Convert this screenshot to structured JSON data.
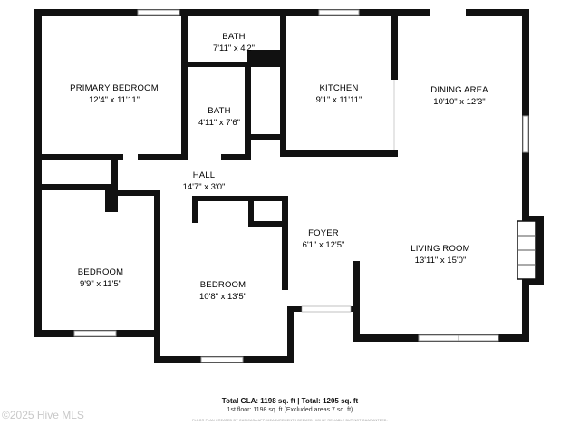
{
  "rooms": {
    "bath_top": {
      "name": "BATH",
      "dims": "7'11\" x 4'2\""
    },
    "primary_bedroom": {
      "name": "PRIMARY BEDROOM",
      "dims": "12'4\" x 11'11\""
    },
    "bath_mid": {
      "name": "BATH",
      "dims": "4'11\" x 7'6\""
    },
    "kitchen": {
      "name": "KITCHEN",
      "dims": "9'1\" x 11'11\""
    },
    "dining_area": {
      "name": "DINING AREA",
      "dims": "10'10\" x 12'3\""
    },
    "hall": {
      "name": "HALL",
      "dims": "14'7\" x 3'0\""
    },
    "foyer": {
      "name": "FOYER",
      "dims": "6'1\" x 12'5\""
    },
    "living_room": {
      "name": "LIVING ROOM",
      "dims": "13'11\" x 15'0\""
    },
    "bedroom_left": {
      "name": "BEDROOM",
      "dims": "9'9\" x 11'5\""
    },
    "bedroom_center": {
      "name": "BEDROOM",
      "dims": "10'8\" x 13'5\""
    }
  },
  "footer": {
    "total": "Total GLA: 1198 sq. ft | Total: 1205 sq. ft",
    "floor": "1st floor: 1198 sq. ft (Excluded areas 7 sq. ft)",
    "fine_print": "FLOOR PLAN CREATED BY CUBICASA APP. MEASUREMENTS DEEMED HIGHLY RELIABLE BUT NOT GUARANTEED."
  },
  "watermark": "©2025 Hive MLS",
  "colors": {
    "wall": "#111111",
    "window": "#9a9a9a",
    "background": "#ffffff"
  }
}
